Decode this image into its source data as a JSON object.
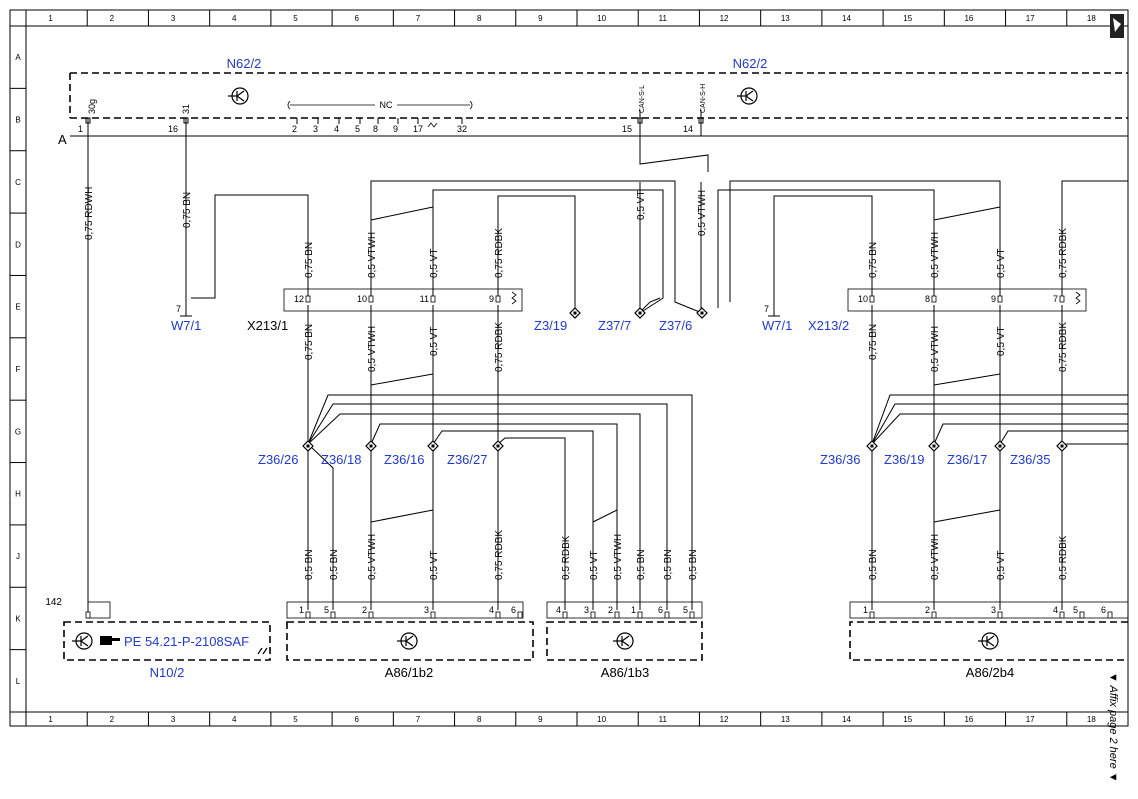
{
  "grid": {
    "columns": [
      "1",
      "2",
      "3",
      "4",
      "5",
      "6",
      "7",
      "8",
      "9",
      "10",
      "11",
      "12",
      "13",
      "14",
      "15",
      "16",
      "17",
      "18"
    ],
    "rows": [
      "A",
      "B",
      "C",
      "D",
      "E",
      "F",
      "G",
      "H",
      "J",
      "K",
      "L"
    ],
    "affix_note": "▼ Affix page 2 here ▼"
  },
  "colors": {
    "component_label": "#1f3ad6",
    "line": "#000000"
  },
  "modules": {
    "n62_left": "N62/2",
    "n62_right": "N62/2",
    "bus_tag": "A",
    "pin_1": "1",
    "pin_16": "16",
    "pin_15": "15",
    "pin_14": "14",
    "pin_30g": "30g",
    "pin_31": "31",
    "can_l": "CAN-S-L",
    "can_h": "CAN-S-H",
    "nc_label": "NC",
    "nc_pins": [
      "2",
      "3",
      "4",
      "5",
      "8",
      "9",
      "17",
      "32"
    ]
  },
  "connectors": {
    "w71_a": "W7/1",
    "w71_b": "W7/1",
    "w71_pin": "7",
    "x213_1": "X213/1",
    "x213_2": "X213/2",
    "x1_pins": [
      "12",
      "10",
      "11",
      "9"
    ],
    "x2_pins": [
      "10",
      "8",
      "9",
      "7"
    ]
  },
  "splices": {
    "z3_19": "Z3/19",
    "z37_7": "Z37/7",
    "z37_6": "Z37/6",
    "z36_26": "Z36/26",
    "z36_18": "Z36/18",
    "z36_16": "Z36/16",
    "z36_27": "Z36/27",
    "z36_36": "Z36/36",
    "z36_19": "Z36/19",
    "z36_17": "Z36/17",
    "z36_35": "Z36/35"
  },
  "wires": {
    "rdwh_075": "0,75 RDWH",
    "bn_075": "0,75 BN",
    "vt_05": "0,5 VT",
    "vtwh_05": "0,5 VTWH",
    "vtwh_05_u": "0,5 VTWH",
    "vt_05_u": "0,5 VT",
    "rdbk_075": "0,75 RDBK",
    "bn_05": "0,5 BN",
    "rdbk_05": "0,5 RDBK"
  },
  "bottom": {
    "n10_pin": "142",
    "n10_ref": "PE 54.21-P-2108SAF",
    "n10": "N10/2",
    "a86_1b2": "A86/1b2",
    "a86_1b3": "A86/1b3",
    "a86_2b4": "A86/2b4",
    "b2_pins": [
      "1",
      "5",
      "2",
      "3",
      "4",
      "6"
    ],
    "b3_pins": [
      "4",
      "3",
      "2",
      "1",
      "6",
      "5"
    ],
    "b4_pins": [
      "1",
      "2",
      "3",
      "4",
      "5",
      "6"
    ]
  }
}
